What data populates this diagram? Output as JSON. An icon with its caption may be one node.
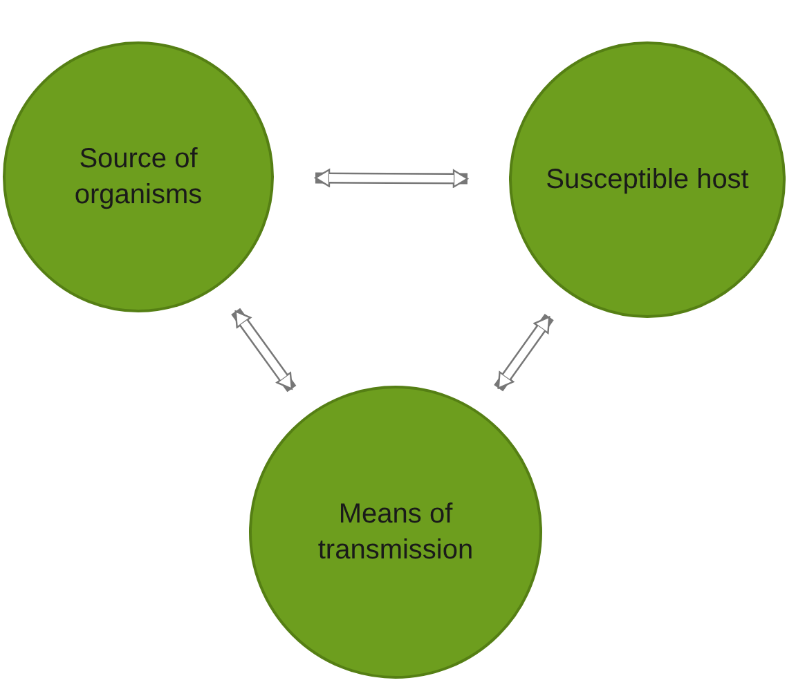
{
  "diagram": {
    "nodes": [
      {
        "text": [
          "Source of organisms"
        ]
      },
      {
        "text": [
          "Susceptible host"
        ]
      },
      {
        "text": [
          "Means of transmission"
        ]
      }
    ],
    "edges": [
      {
        "from": 0,
        "to": 1,
        "arrow": "both"
      },
      {
        "from": 0,
        "to": 2,
        "arrow": "both"
      },
      {
        "from": 1,
        "to": 2,
        "arrow": "both"
      }
    ]
  }
}
